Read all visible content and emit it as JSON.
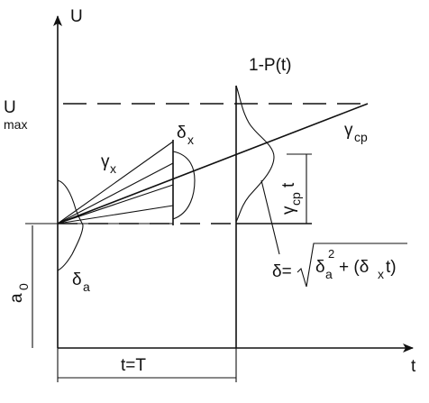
{
  "axes": {
    "y_label": "U",
    "x_label": "t"
  },
  "labels": {
    "u_max_main": "U",
    "u_max_sub": "max",
    "prob_label": "1-P(t)",
    "delta_x_main": "δ",
    "delta_x_sub": "x",
    "gamma_x_main": "γ",
    "gamma_x_sub": "x",
    "gamma_cp_main": "γ",
    "gamma_cp_sub": "cp",
    "gamma_cp_t_main": "γ",
    "gamma_cp_t_sub": "cp",
    "gamma_cp_t_tail": "t",
    "delta_a_main": "δ",
    "delta_a_sub": "a",
    "a0_main": "a",
    "a0_sub": "0",
    "period": "t=T",
    "formula_lhs": "δ=",
    "formula_da_main": "δ",
    "formula_da_sub": "a",
    "formula_da_sup": "2",
    "formula_plus": "+ (δ",
    "formula_dx_sub": "x",
    "formula_tail": "t)"
  }
}
